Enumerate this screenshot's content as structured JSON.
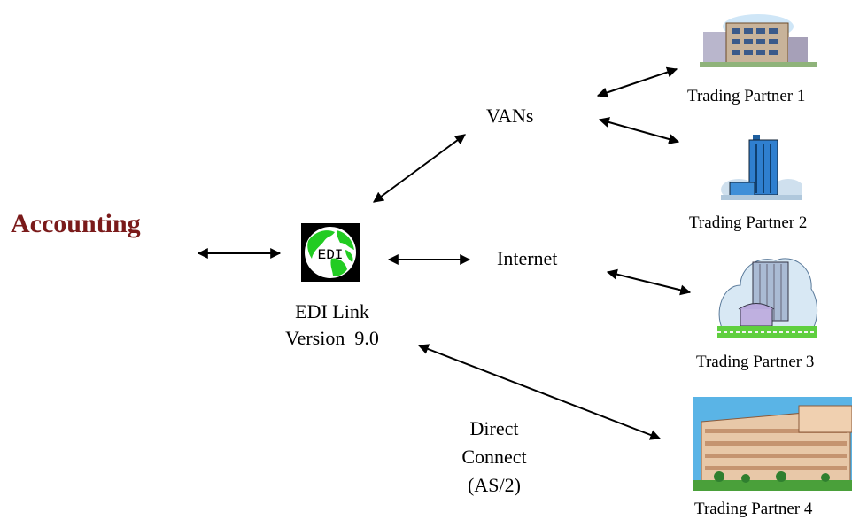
{
  "nodes": {
    "accounting": "Accounting",
    "edi_link": {
      "line1": "EDI Link",
      "line2": "Version  9.0",
      "globe_text": "EDI"
    },
    "vans": "VANs",
    "internet": "Internet",
    "direct": {
      "line1": "Direct",
      "line2": "Connect",
      "line3": "(AS/2)"
    }
  },
  "partners": [
    {
      "label": "Trading Partner 1",
      "icon": "office-building-icon"
    },
    {
      "label": "Trading Partner 2",
      "icon": "tower-building-icon"
    },
    {
      "label": "Trading Partner 3",
      "icon": "glass-tower-icon"
    },
    {
      "label": "Trading Partner 4",
      "icon": "hotel-building-icon"
    }
  ],
  "colors": {
    "accounting": "#7a1a1a",
    "arrow": "#000000",
    "globe_land": "#22cc22"
  }
}
